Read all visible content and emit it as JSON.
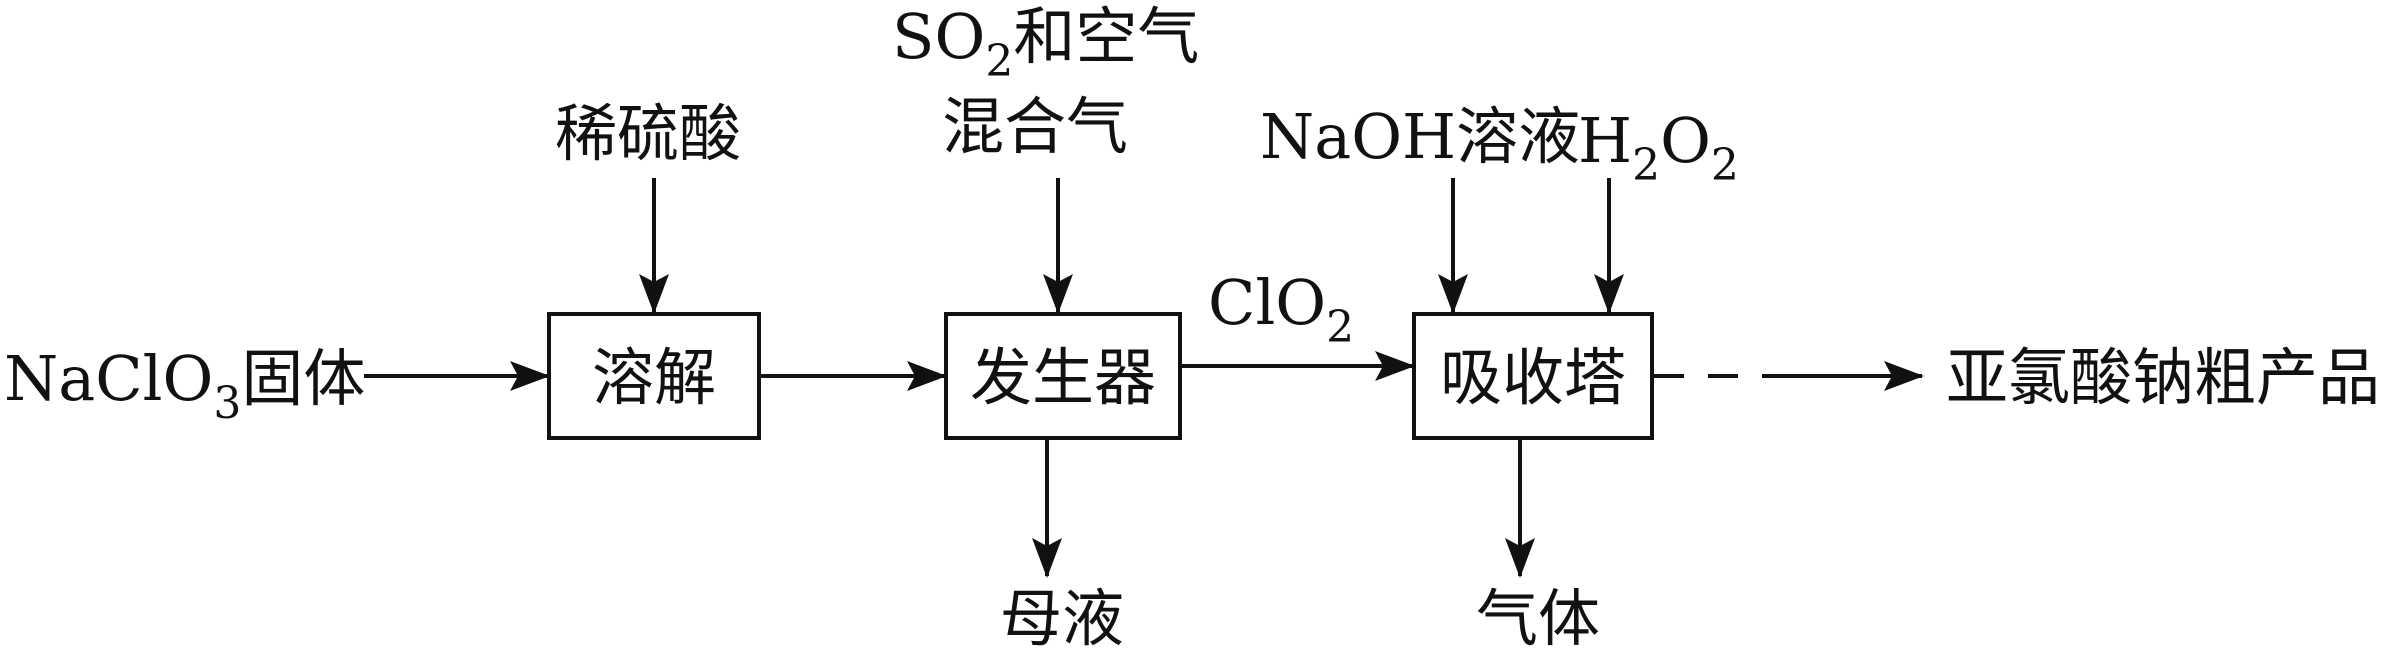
{
  "inputs": {
    "solid_main": "NaClO",
    "solid_sub": "3",
    "solid_suffix": "固体",
    "acid": "稀硫酸",
    "so2_main": "SO",
    "so2_sub": "2",
    "so2_suffix": "和空气",
    "mixed_gas": "混合气",
    "naoh": "NaOH溶液",
    "h2o2_h": "H",
    "h2o2_sub1": "2",
    "h2o2_o": "O",
    "h2o2_sub2": "2"
  },
  "boxes": {
    "dissolve": "溶解",
    "generator": "发生器",
    "absorber": "吸收塔"
  },
  "streams": {
    "clo2_main": "ClO",
    "clo2_sub": "2"
  },
  "outputs": {
    "mother_liquor": "母液",
    "gas": "气体",
    "product": "亚氯酸钠粗产品"
  }
}
